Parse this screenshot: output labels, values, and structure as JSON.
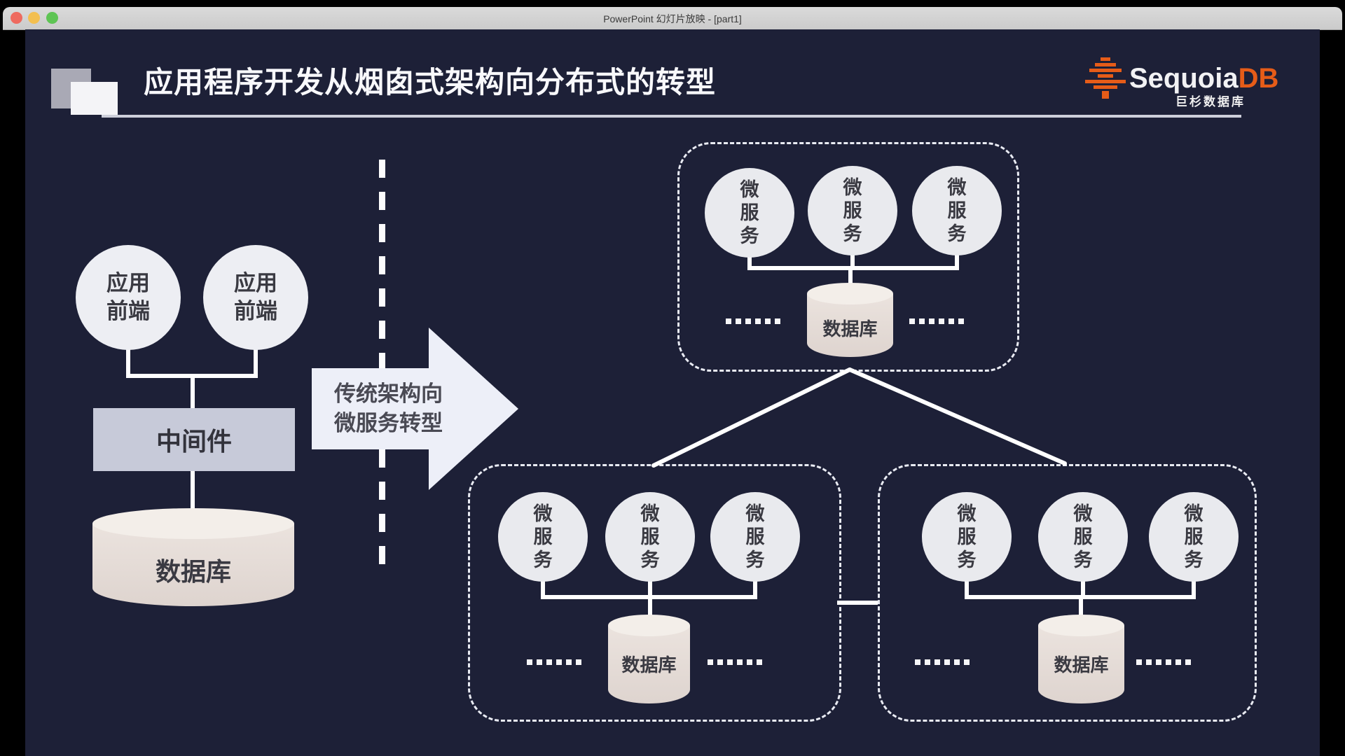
{
  "window": {
    "title": "PowerPoint 幻灯片放映 - [part1]"
  },
  "slide": {
    "title": "应用程序开发从烟囱式架构向分布式的转型",
    "logo": {
      "brand": "Sequoia",
      "brand_suffix": "DB",
      "subtitle": "巨杉数据库",
      "accent_color": "#e65c18"
    },
    "silo": {
      "frontend": [
        "应用",
        "前端"
      ],
      "middleware": "中间件",
      "database": "数据库"
    },
    "arrow": {
      "lines": [
        "传统架构向",
        "微服务转型"
      ]
    },
    "microservice_chars": [
      "微",
      "服",
      "务"
    ],
    "group_database": "数据库",
    "ellipsis": "......"
  },
  "colors": {
    "slide_bg": "#1d2037",
    "circle_fill": "#e9eaee",
    "cylinder_fill": "#e7dfda",
    "middleware_fill": "#c7cad9",
    "logo_orange": "#e65c18"
  }
}
